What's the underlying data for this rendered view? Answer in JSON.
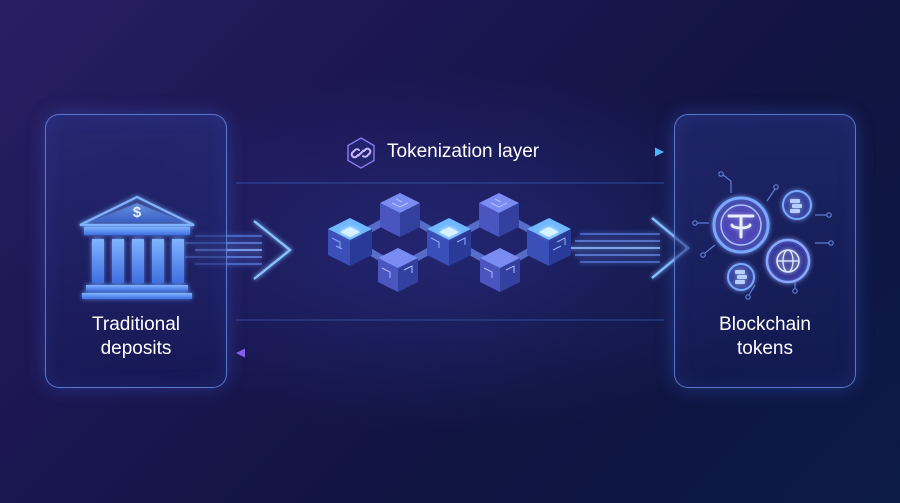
{
  "tokenization_layer": {
    "label": "Tokenization layer",
    "icon": "chain-link-icon"
  },
  "source": {
    "label": "Traditional\ndeposits",
    "icon": "bank-building-icon",
    "symbol": "$"
  },
  "target": {
    "label": "Blockchain\ntokens",
    "icon": "crypto-coins-icon"
  },
  "flow": {
    "forward": "left-to-right",
    "return": "right-to-left"
  },
  "colors": {
    "background": "#16174e",
    "panel_border": "#6e96f0",
    "accent_blue": "#4aa3ff",
    "accent_purple": "#8a5cf0",
    "glow_cyan": "#7fd8ff"
  }
}
